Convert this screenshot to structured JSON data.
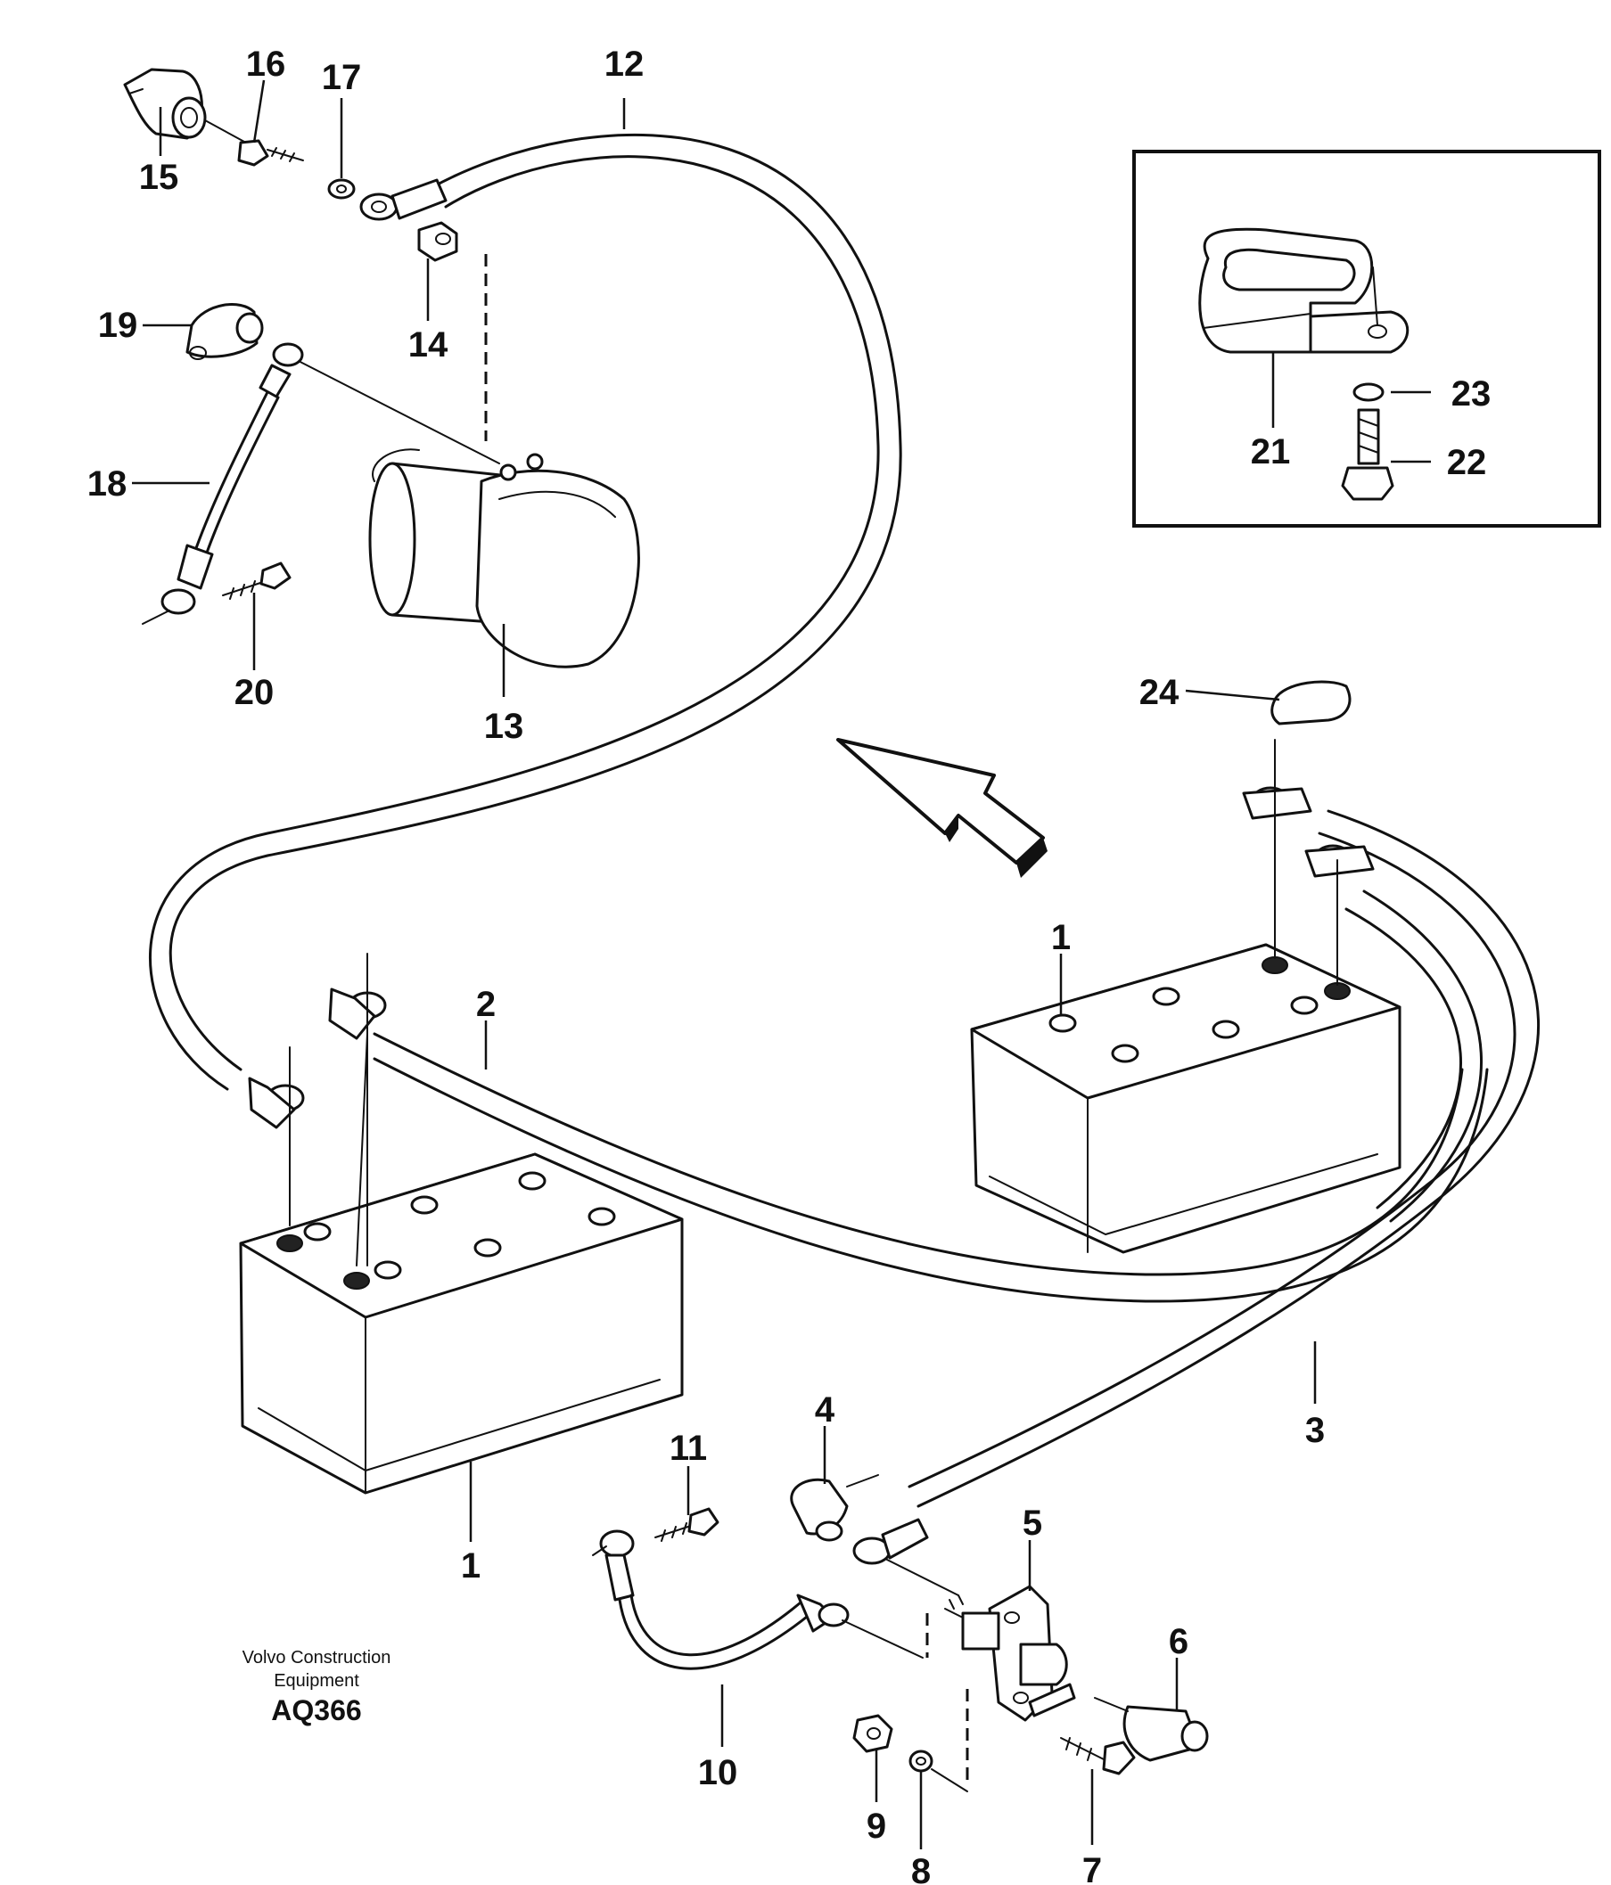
{
  "diagram": {
    "callouts": [
      "1",
      "1",
      "2",
      "3",
      "4",
      "5",
      "6",
      "7",
      "8",
      "9",
      "10",
      "11",
      "12",
      "13",
      "14",
      "15",
      "16",
      "17",
      "18",
      "19",
      "20",
      "21",
      "22",
      "23",
      "24"
    ],
    "caption": {
      "line1": "Volvo Construction",
      "line2": "Equipment",
      "code": "AQ366"
    }
  }
}
